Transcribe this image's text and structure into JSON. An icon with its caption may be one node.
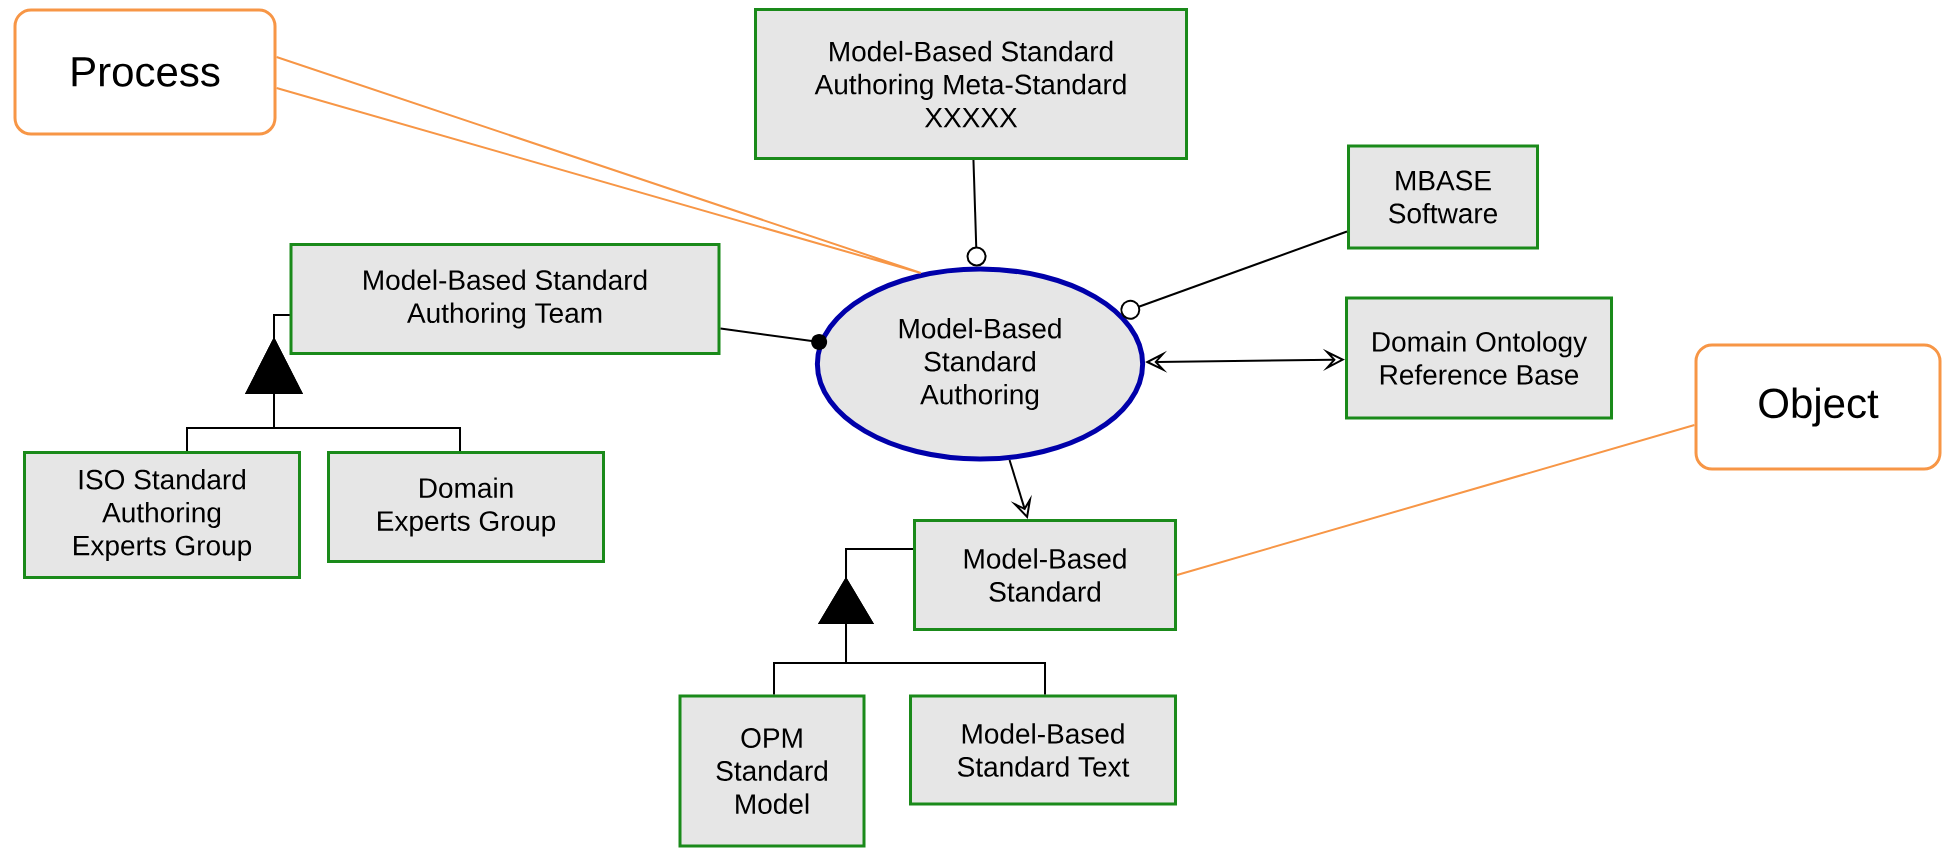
{
  "diagram": {
    "nodes": [
      {
        "text": [
          "Process"
        ]
      },
      {
        "text": [
          "Model-Based Standard Authoring Meta-Standard XXXXX"
        ]
      },
      {
        "text": [
          "MBASE Software"
        ]
      },
      {
        "text": [
          "Model-Based Standard Authoring Team"
        ]
      },
      {
        "text": [
          "Model-Based Standard Authoring"
        ]
      },
      {
        "text": [
          "Domain Ontology Reference Base"
        ]
      },
      {
        "text": [
          "Object"
        ]
      },
      {
        "text": [
          "ISO Standard Authoring Experts Group"
        ]
      },
      {
        "text": [
          "Domain Experts Group"
        ]
      },
      {
        "text": [
          "Model-Based Standard"
        ]
      },
      {
        "text": [
          "OPM Standard Model"
        ]
      },
      {
        "text": [
          "Model-Based Standard Text"
        ]
      }
    ],
    "edges": [
      {
        "from": 1,
        "to": 4,
        "arrow": "other"
      },
      {
        "from": 2,
        "to": 4,
        "arrow": "other"
      },
      {
        "from": 3,
        "to": 4,
        "arrow": "other"
      },
      {
        "from": 4,
        "to": 5,
        "arrow": "both"
      },
      {
        "from": 4,
        "to": 9,
        "arrow": "to"
      },
      {
        "from": 7,
        "to": 3,
        "arrow": "to"
      },
      {
        "from": 8,
        "to": 3,
        "arrow": "to"
      },
      {
        "from": 10,
        "to": 9,
        "arrow": "to"
      },
      {
        "from": 11,
        "to": 9,
        "arrow": "to"
      },
      {
        "from": 0,
        "to": 4,
        "arrow": "none",
        "color": "#f79646"
      },
      {
        "from": 6,
        "to": 9,
        "arrow": "none",
        "color": "#f79646"
      }
    ]
  }
}
